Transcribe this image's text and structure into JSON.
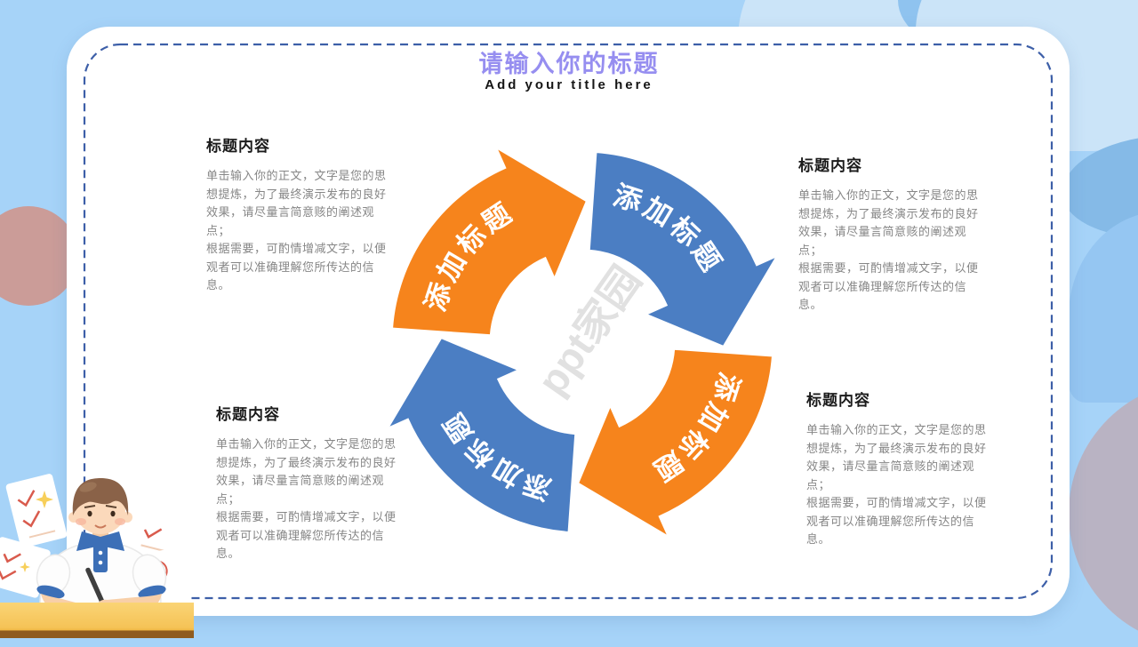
{
  "slide_title": {
    "zh": "请输入你的标题",
    "en": "Add your title here"
  },
  "watermark_text": "ppt家园",
  "cycle": {
    "arrow_labels": [
      "添加标题",
      "添加标题",
      "添加标题",
      "添加标题"
    ],
    "orange_color": "#F6841C",
    "blue_color": "#4B7EC3"
  },
  "blocks": [
    {
      "heading": "标题内容",
      "body": "单击输入你的正文，文字是您的思\n想提炼，为了最终演示发布的良好\n效果，请尽量言简意赅的阐述观点；\n根据需要，可酌情增减文字，以便\n观者可以准确理解您所传达的信息。"
    },
    {
      "heading": "标题内容",
      "body": "单击输入你的正文，文字是您的思\n想提炼，为了最终演示发布的良好\n效果，请尽量言简意赅的阐述观点；\n根据需要，可酌情增减文字，以便\n观者可以准确理解您所传达的信息。"
    },
    {
      "heading": "标题内容",
      "body": "单击输入你的正文，文字是您的思\n想提炼，为了最终演示发布的良好\n效果，请尽量言简意赅的阐述观点；\n根据需要，可酌情增减文字，以便\n观者可以准确理解您所传达的信息。"
    },
    {
      "heading": "标题内容",
      "body": "单击输入你的正文，文字是您的思\n想提炼，为了最终演示发布的良好\n效果，请尽量言简意赅的阐述观点；\n根据需要，可酌情增减文字，以便\n观者可以准确理解您所传达的信息。"
    }
  ],
  "theme_colors": {
    "background": "#A6D3F8",
    "cloud": "#CBE4F8",
    "title_purple": "#968EF0",
    "dash_border": "#3D5FA8",
    "desk_yellow": "#F5C357",
    "pink_circle": "#CB9C98",
    "gray_circle": "#B9B3C3"
  }
}
